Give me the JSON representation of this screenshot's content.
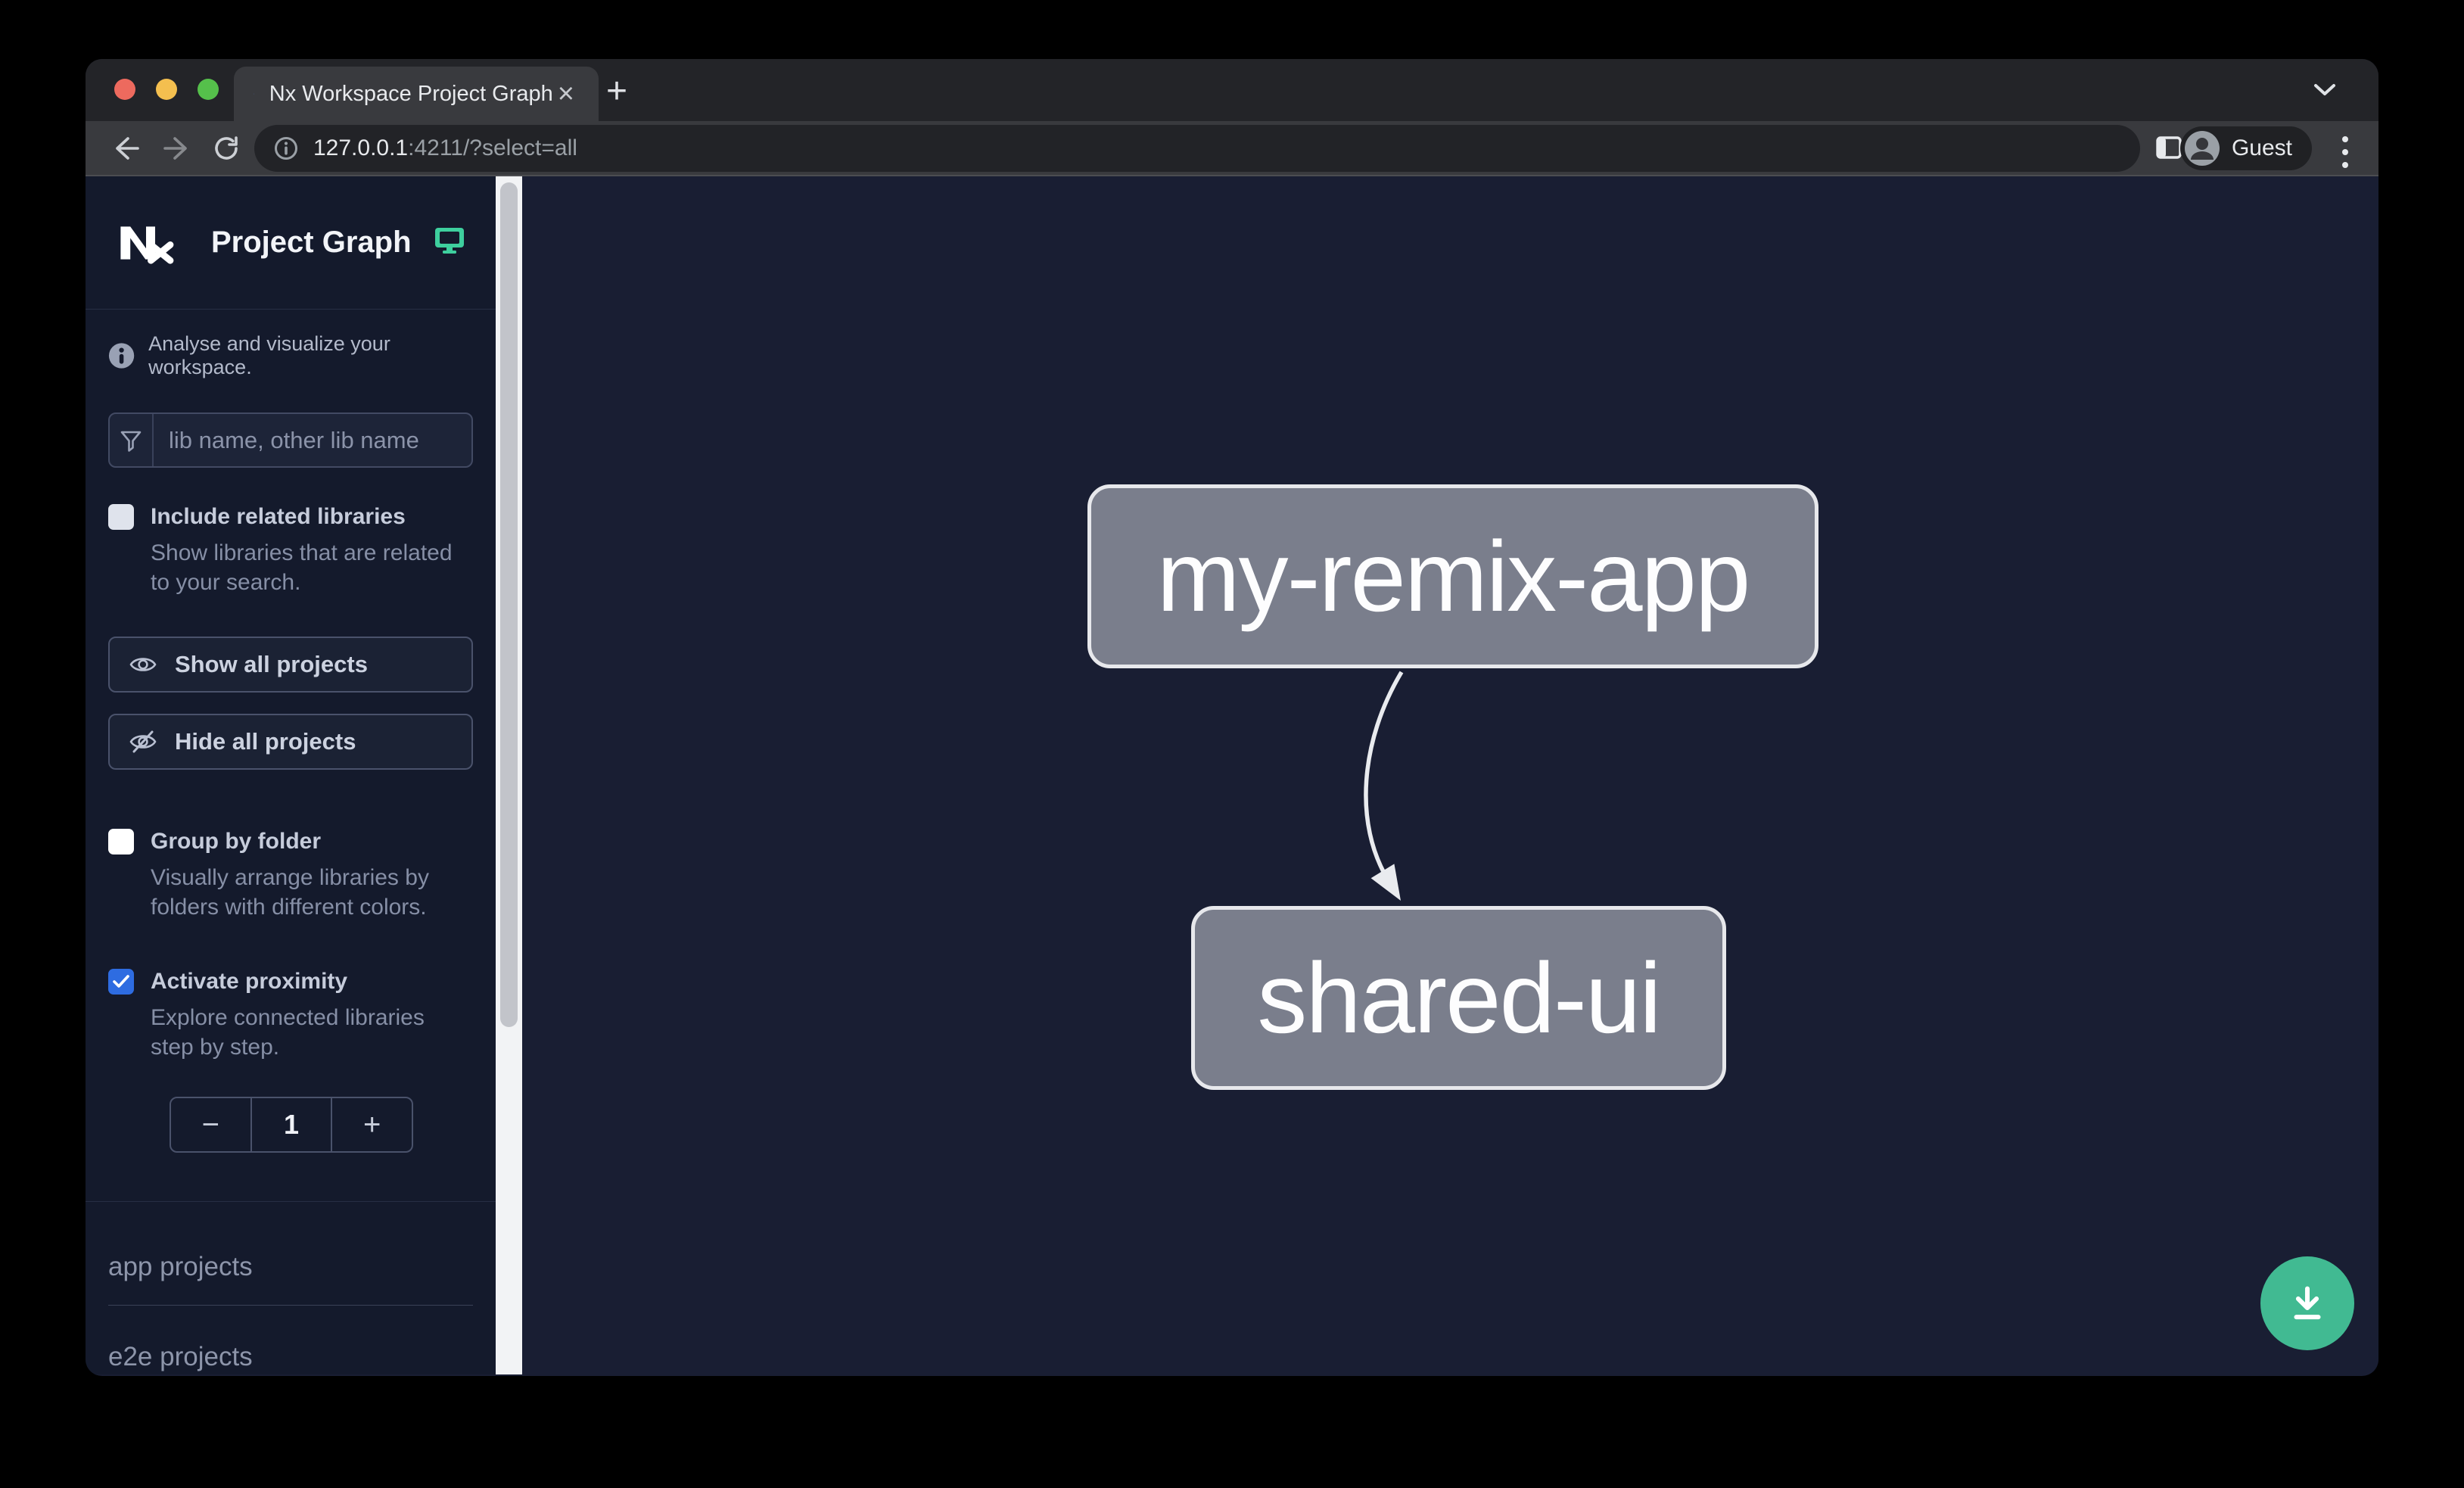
{
  "browser": {
    "tab_title": "Nx Workspace Project Graph",
    "close_glyph": "×",
    "new_tab_glyph": "+",
    "url_host": "127.0.0.1",
    "url_rest": ":4211/?select=all",
    "profile_label": "Guest"
  },
  "sidebar": {
    "title": "Project Graph",
    "tagline": "Analyse and visualize your workspace.",
    "search": {
      "placeholder": "lib name, other lib name"
    },
    "toggles": [
      {
        "label": "Include related libraries",
        "description": "Show libraries that are related to your search.",
        "checked": false
      },
      {
        "label": "Group by folder",
        "description": "Visually arrange libraries by folders with different colors.",
        "checked": false
      },
      {
        "label": "Activate proximity",
        "description": "Explore connected libraries step by step.",
        "checked": true
      }
    ],
    "buttons": [
      {
        "label": "Show all projects"
      },
      {
        "label": "Hide all projects"
      }
    ],
    "stepper": {
      "decrement": "−",
      "value": "1",
      "increment": "+"
    },
    "sections": [
      {
        "label": "app projects"
      },
      {
        "label": "e2e projects"
      }
    ]
  },
  "graph": {
    "nodes": [
      {
        "label": "my-remix-app"
      },
      {
        "label": "shared-ui"
      }
    ],
    "edges": [
      {
        "from": "my-remix-app",
        "to": "shared-ui"
      }
    ]
  },
  "colors": {
    "accent_green": "#41ba92",
    "checkbox_checked": "#2e6ce1",
    "node_fill": "#7a7e8c",
    "node_border": "#e7e8ec",
    "canvas_bg": "#191e33",
    "sidebar_bg": "#141a2c"
  }
}
